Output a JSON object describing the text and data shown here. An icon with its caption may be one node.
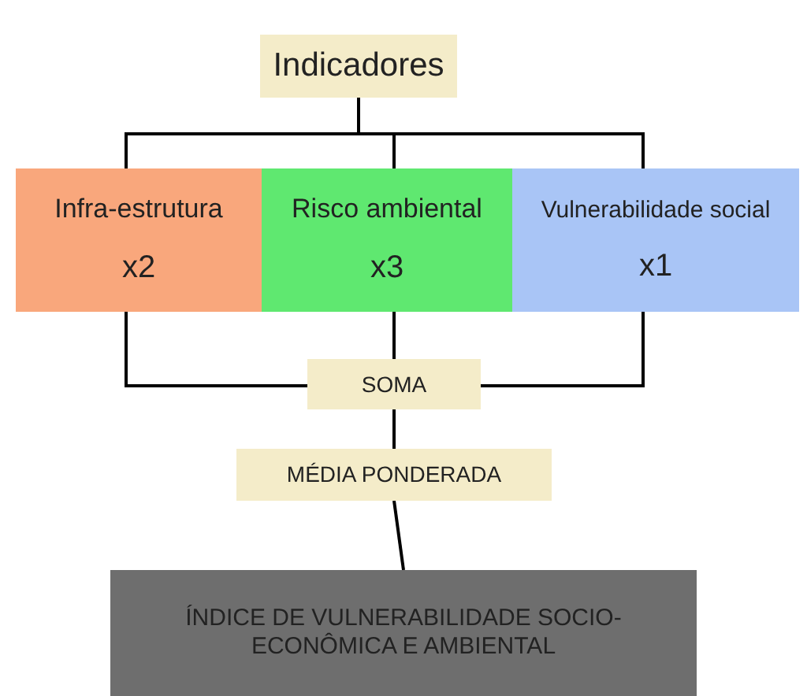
{
  "diagram": {
    "nodes": [
      {
        "text": [
          "Indicadores"
        ]
      },
      {
        "text": [
          "Infra-estrutura",
          "x2"
        ]
      },
      {
        "text": [
          "Risco ambiental",
          "x3"
        ]
      },
      {
        "text": [
          "Vulnerabilidade social",
          "x1"
        ]
      },
      {
        "text": [
          "SOMA"
        ]
      },
      {
        "text": [
          "MÉDIA PONDERADA"
        ]
      },
      {
        "text": [
          "ÍNDICE DE VULNERABILIDADE SOCIO-ECONÔMICA E AMBIENTAL"
        ]
      }
    ],
    "edges": [
      {
        "from": 0,
        "to": 1,
        "arrow": "none"
      },
      {
        "from": 0,
        "to": 2,
        "arrow": "none"
      },
      {
        "from": 0,
        "to": 3,
        "arrow": "none"
      },
      {
        "from": 1,
        "to": 4,
        "arrow": "none"
      },
      {
        "from": 2,
        "to": 4,
        "arrow": "none"
      },
      {
        "from": 3,
        "to": 4,
        "arrow": "none"
      },
      {
        "from": 4,
        "to": 5,
        "arrow": "none"
      },
      {
        "from": 5,
        "to": 6,
        "arrow": "none"
      }
    ]
  }
}
